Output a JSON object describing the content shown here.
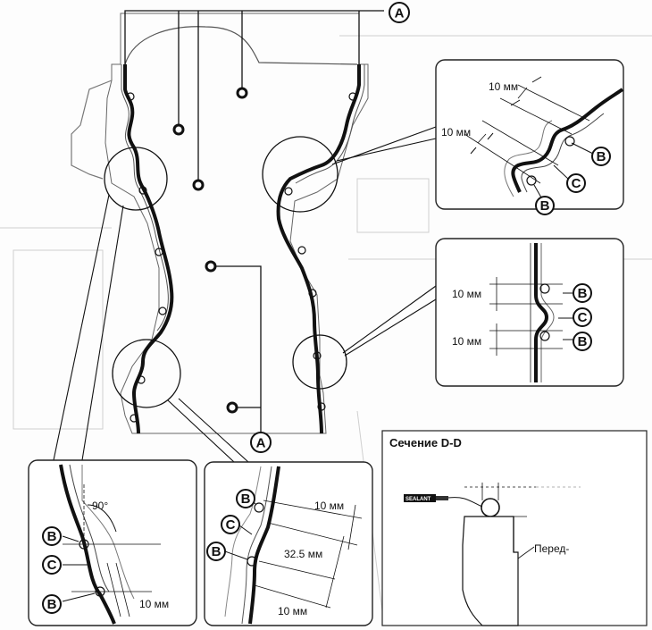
{
  "labels": {
    "a": "A",
    "b": "B",
    "c": "C"
  },
  "dimensions": {
    "d10": "10 мм",
    "d32_5": "32.5 мм",
    "angle90": "90°"
  },
  "section": {
    "title": "Сечение D-D",
    "front": "Перед-",
    "sealant": "SEALANT"
  },
  "colors": {
    "line": "#111111",
    "faint": "#bdbdbd",
    "panel_border": "#222222"
  }
}
